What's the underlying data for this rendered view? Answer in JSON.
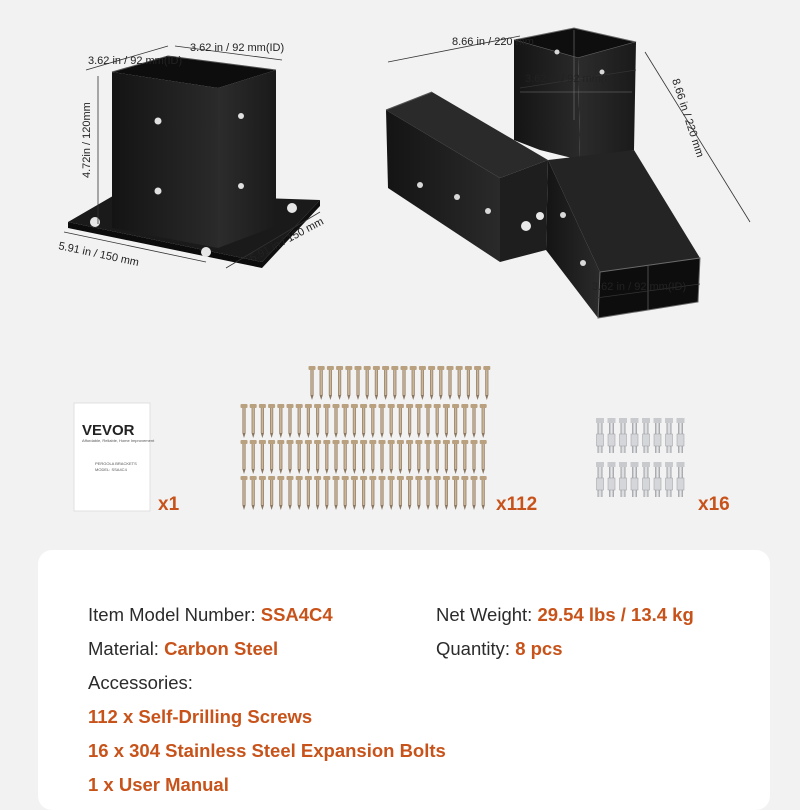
{
  "colors": {
    "accent": "#c8531a",
    "background": "#f2f2f2",
    "steel": "#1c1c1c",
    "card": "#ffffff"
  },
  "post_base": {
    "dim_top_left": "3.62 in / 92 mm(ID)",
    "dim_top_right": "3.62 in / 92 mm(ID)",
    "dim_height": "4.72in / 120mm",
    "dim_bottom_left": "5.91 in / 150 mm",
    "dim_bottom_right": "5.91 in / 150 mm"
  },
  "corner_bracket": {
    "dim_top": "8.66 in / 220 mm",
    "dim_right": "8.66 in / 220 mm",
    "dim_top_id": "3.62 in / 92 mm(ID)",
    "dim_side_id": "3.62 in / 92 mm(ID)"
  },
  "manual": {
    "brand": "VEVOR",
    "tagline": "Affordable, Reliable, Home Improvement",
    "doc_title": "PERGOLA BRACKETS",
    "doc_model": "MODEL: SSA4C4",
    "quantity": "x1"
  },
  "screws": {
    "quantity": "x112"
  },
  "bolts": {
    "quantity": "x16"
  },
  "specs": {
    "model_label": "Item Model Number: ",
    "model_value": "SSA4C4",
    "weight_label": "Net Weight: ",
    "weight_value": "29.54 lbs / 13.4 kg",
    "material_label": "Material: ",
    "material_value": "Carbon Steel",
    "quantity_label": "Quantity: ",
    "quantity_value": "8 pcs",
    "accessories_label": "Accessories:",
    "accessories": [
      "112 x Self-Drilling Screws",
      "16 x 304 Stainless Steel Expansion Bolts",
      "1 x User Manual"
    ]
  }
}
